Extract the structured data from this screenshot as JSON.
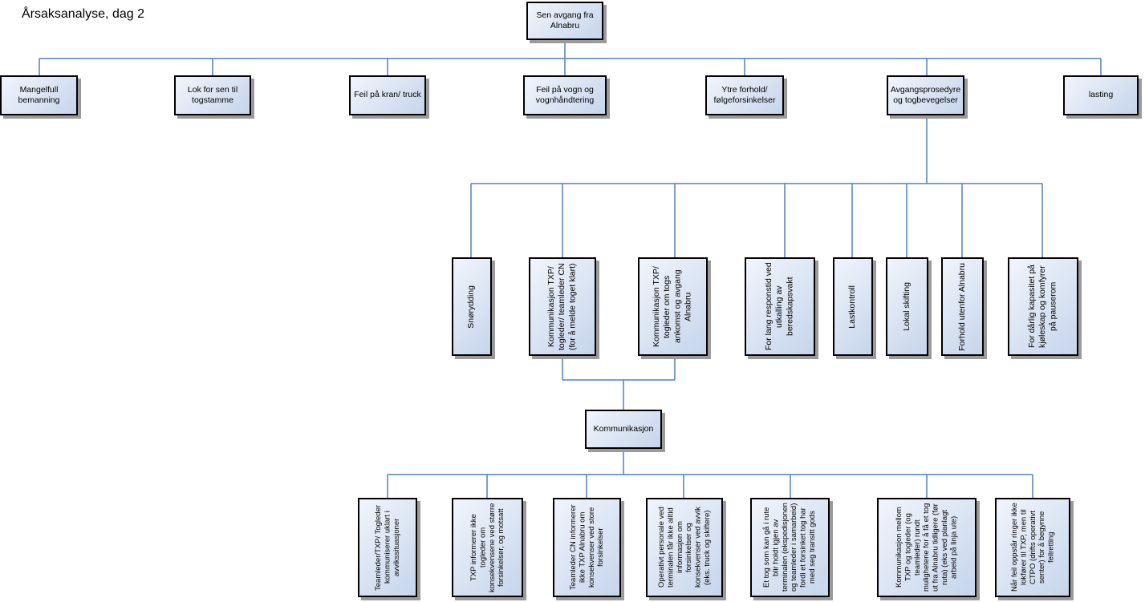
{
  "title": "Årsaksanalyse, dag 2",
  "colors": {
    "connector": "#4f81bd",
    "node_border": "#000000",
    "node_fill_light": "#f1f5fb",
    "node_fill_dark": "#c6d5ec",
    "shadow": "#9b9b9b"
  },
  "root": {
    "label": "Sen avgang fra Alnabru"
  },
  "level1": [
    {
      "label": "Mangelfull bemanning"
    },
    {
      "label": "Lok for sen til togstamme"
    },
    {
      "label": "Feil på kran/ truck"
    },
    {
      "label": "Feil på vogn og vognhåndtering"
    },
    {
      "label": "Ytre forhold/ følgeforsinkelser"
    },
    {
      "label": "Avgangsprosedyre og togbevegelser"
    },
    {
      "label": "lasting"
    }
  ],
  "level2": [
    {
      "label": "Snørydding"
    },
    {
      "label": "Kommunikasjon TXP/ togleder/ teamleder CN (for å melde toget klart)"
    },
    {
      "label": "Kommunikasjon TXP/ togleder om togs ankomst og avgang Alnabru"
    },
    {
      "label": "For lang responstid ved utkalling av beredskapsvakt"
    },
    {
      "label": "Lastkontroll"
    },
    {
      "label": "Lokal skifting"
    },
    {
      "label": "Forhold utenfor Alnabru"
    },
    {
      "label": "For dårlig kapasitet på kjøleskap og komfyrer på pauserom"
    }
  ],
  "communication": {
    "label": "Kommunikasjon"
  },
  "level3": [
    {
      "label": "Teamleder/TXP/ Togleder kommuniserer uklart i avvikssituasjoner"
    },
    {
      "label": "TXP informerer ikke togleder om konsekvensene ved større forsinkelser, og motsatt"
    },
    {
      "label": "Teamleder CN informerer ikke TXP Alnabru om konsekvenser ved store forsinkelser"
    },
    {
      "label": "Operativt personale ved terminalen får ikke alltid informasjon om forsinkelser og konsekvenser ved avvik (eks. truck og skiftere)"
    },
    {
      "label": "Et tog som kan gå i rute blir holdt igjen av terminalen (ekspedisjonen og teamleder i samarbeid) fordi et forsinket tog har med seg transitt gods"
    },
    {
      "label": "Kommunikasjon mellom TXP og togleder (og teamleder) rundt mulighetene for å få et tog ut fra Alnabru tidligere (før ruta) (eks ved planlagt arbeid på linja ute)"
    },
    {
      "label": "Når feil oppstår ringer ikke lokfører til TXP, men til CTPO (drifts operativt senter) for å begynne feilretting"
    }
  ]
}
